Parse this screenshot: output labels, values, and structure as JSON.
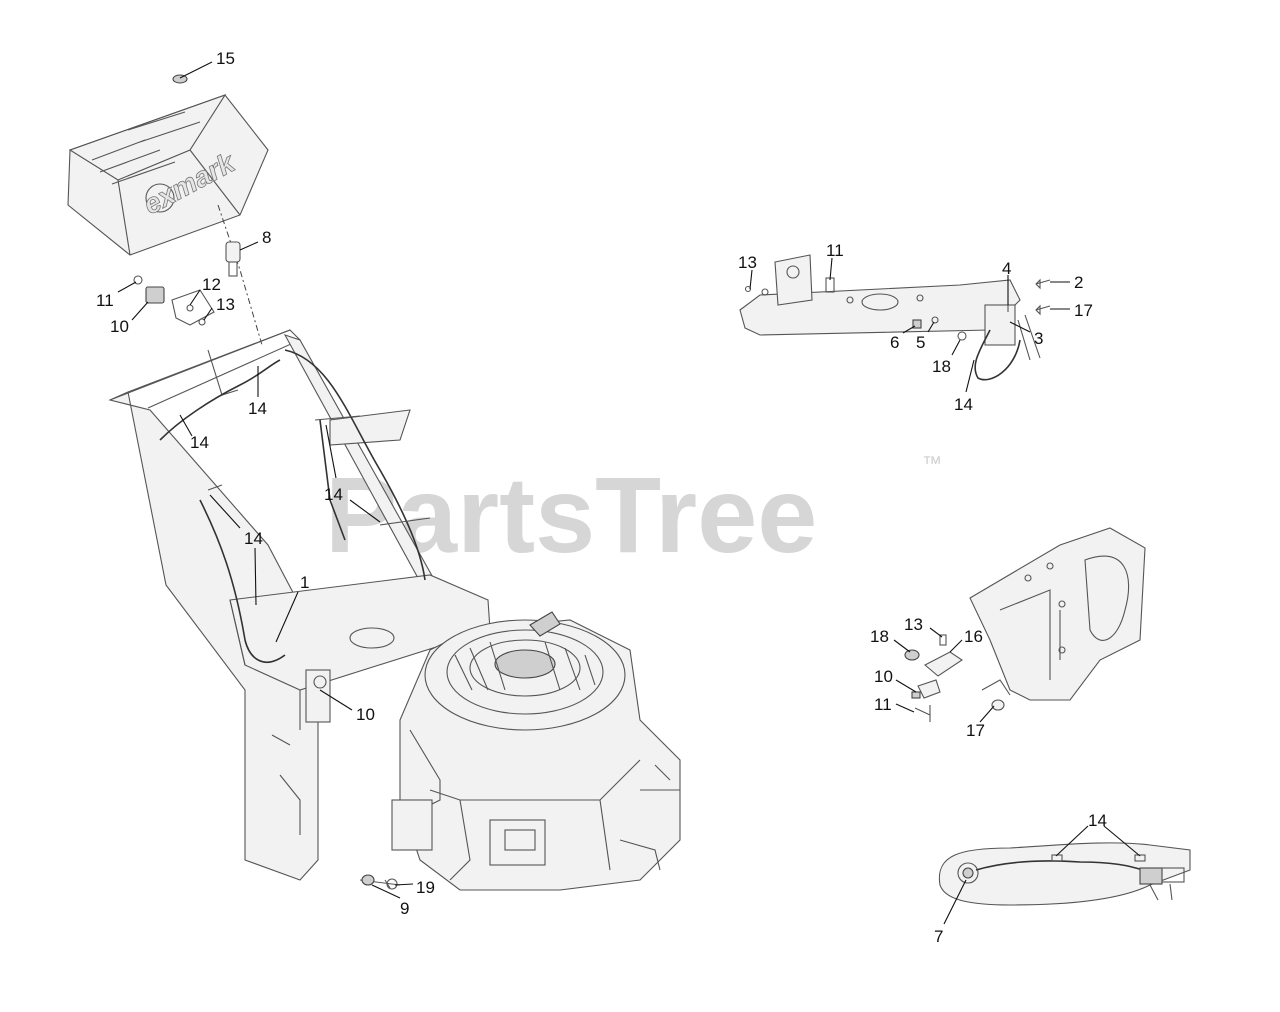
{
  "watermark": {
    "brand": "PartsTree",
    "trademark": "™"
  },
  "cover_logo": "exmark",
  "callouts": [
    {
      "id": "c15a",
      "label": "15"
    },
    {
      "id": "c8a",
      "label": "8"
    },
    {
      "id": "c11a",
      "label": "11"
    },
    {
      "id": "c12a",
      "label": "12"
    },
    {
      "id": "c13a",
      "label": "13"
    },
    {
      "id": "c10a",
      "label": "10"
    },
    {
      "id": "c14a",
      "label": "14"
    },
    {
      "id": "c14b",
      "label": "14"
    },
    {
      "id": "c14c",
      "label": "14"
    },
    {
      "id": "c14d",
      "label": "14"
    },
    {
      "id": "c1a",
      "label": "1"
    },
    {
      "id": "c10b",
      "label": "10"
    },
    {
      "id": "c19a",
      "label": "19"
    },
    {
      "id": "c9a",
      "label": "9"
    },
    {
      "id": "c13b",
      "label": "13"
    },
    {
      "id": "c11b",
      "label": "11"
    },
    {
      "id": "c4a",
      "label": "4"
    },
    {
      "id": "c2a",
      "label": "2"
    },
    {
      "id": "c17a",
      "label": "17"
    },
    {
      "id": "c6a",
      "label": "6"
    },
    {
      "id": "c5a",
      "label": "5"
    },
    {
      "id": "c3a",
      "label": "3"
    },
    {
      "id": "c18a",
      "label": "18"
    },
    {
      "id": "c14e",
      "label": "14"
    },
    {
      "id": "c18b",
      "label": "18"
    },
    {
      "id": "c13c",
      "label": "13"
    },
    {
      "id": "c16a",
      "label": "16"
    },
    {
      "id": "c10c",
      "label": "10"
    },
    {
      "id": "c11c",
      "label": "11"
    },
    {
      "id": "c17b",
      "label": "17"
    },
    {
      "id": "c14f",
      "label": "14"
    },
    {
      "id": "c7a",
      "label": "7"
    }
  ]
}
